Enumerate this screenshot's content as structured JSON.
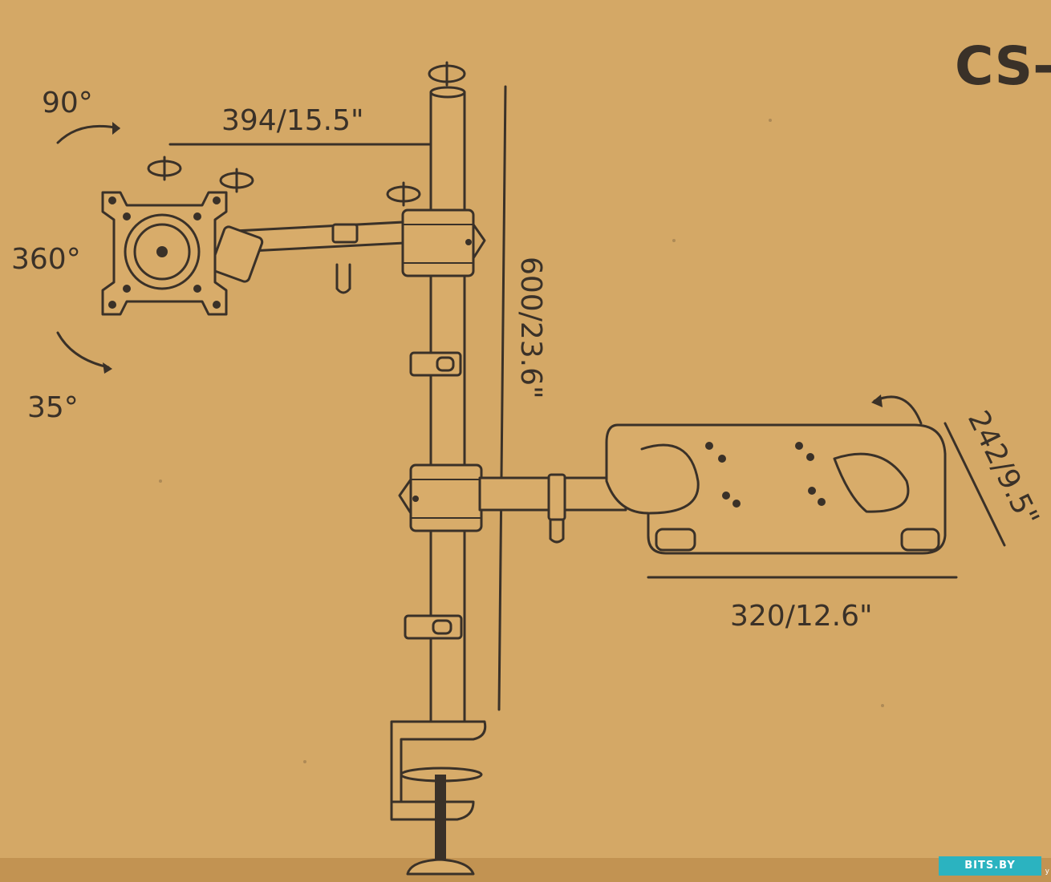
{
  "brand": {
    "text": "CS-V"
  },
  "labels": {
    "tilt_up": "90°",
    "rotate": "360°",
    "tilt_down": "35°",
    "arm_length": "394/15.5\"",
    "pole_height": "600/23.6\"",
    "tray_width": "320/12.6\"",
    "tray_depth": "242/9.5\""
  },
  "watermark": {
    "text": "BITS.BY",
    "tail": "y"
  },
  "colors": {
    "cardboard": "#d4a866",
    "ink": "#3a3128",
    "watermark": "#2bb3c0"
  }
}
